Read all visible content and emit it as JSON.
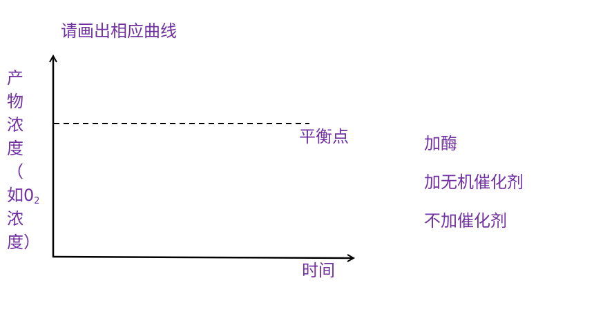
{
  "title": "请画出相应曲线",
  "y_axis": {
    "label_lines": [
      "产",
      "物",
      "浓",
      "度",
      "（",
      "如0",
      "浓",
      "度）"
    ],
    "subscript": "2"
  },
  "x_axis": {
    "label": "时间"
  },
  "equilibrium": {
    "label": "平衡点"
  },
  "options": [
    "加酶",
    "加无机催化剂",
    "不加催化剂"
  ],
  "colors": {
    "text": "#7030a0",
    "axes": "#000000"
  }
}
